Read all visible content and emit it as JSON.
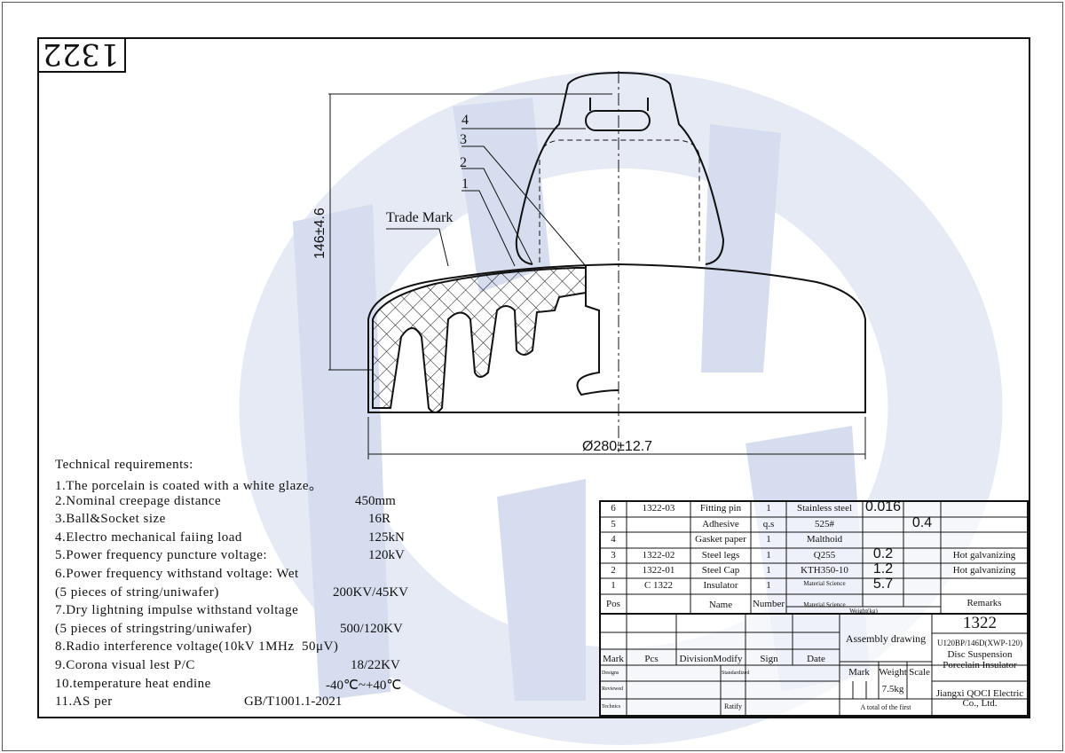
{
  "drawing_number_mirrored": "1322",
  "labels": {
    "dimension_height": "146±4.6",
    "dimension_diameter": "Ø280±12.7",
    "trade_mark": "Trade Mark",
    "callouts": [
      "1",
      "2",
      "3",
      "4"
    ]
  },
  "watermark_color": "#c8d2ea",
  "requirements": {
    "title": "Technical requirements:",
    "items": [
      {
        "text": "1.The porcelain is coated with a white glaze。",
        "value": ""
      },
      {
        "text": "2.Nominal creepage distance",
        "value": "450mm"
      },
      {
        "text": "3.Ball&Socket size",
        "value": "16R"
      },
      {
        "text": "4.Electro mechanical faiing load",
        "value": "125kN"
      },
      {
        "text": "5.Power frequency puncture voltage:",
        "value": "120kV"
      },
      {
        "text": "6.Power frequency withstand voltage: Wet",
        "value": ""
      },
      {
        "text": "(5 pieces of string/uniwafer)",
        "value": "200KV/45KV"
      },
      {
        "text": "7.Dry lightning impulse withstand voltage",
        "value": ""
      },
      {
        "text": "(5 pieces of stringstring/uniwafer)",
        "value": "500/120KV"
      },
      {
        "text": "8.Radio interference voltage(10kV 1MHz  50μV)",
        "value": ""
      },
      {
        "text": "9.Corona visual lest P/C",
        "value": "18/22KV"
      },
      {
        "text": "10.temperature heat endine",
        "value": "-40℃~+40℃"
      },
      {
        "text": "11.AS per",
        "value": "GB/T1001.1-2021"
      }
    ]
  },
  "bom": [
    {
      "pos": "6",
      "code": "1322-03",
      "name": "Fitting pin",
      "number": "1",
      "material": "Stainless steel",
      "w1": "0.016",
      "w2": "",
      "remarks": ""
    },
    {
      "pos": "5",
      "code": "",
      "name": "Adhesive",
      "number": "q.s",
      "material": "525#",
      "w1": "",
      "w2": "0.4",
      "remarks": ""
    },
    {
      "pos": "4",
      "code": "",
      "name": "Gasket paper",
      "number": "1",
      "material": "Malthoid",
      "w1": "",
      "w2": "",
      "remarks": ""
    },
    {
      "pos": "3",
      "code": "1322-02",
      "name": "Steel legs",
      "number": "1",
      "material": "Q255",
      "w1": "0.2",
      "w2": "",
      "remarks": "Hot galvanizing"
    },
    {
      "pos": "2",
      "code": "1322-01",
      "name": "Steel Cap",
      "number": "1",
      "material": "KTH350-10",
      "w1": "1.2",
      "w2": "",
      "remarks": "Hot galvanizing"
    },
    {
      "pos": "1",
      "code": "C 1322",
      "name": "Insulator",
      "number": "1",
      "material": "Material Science",
      "w1": "5.7",
      "w2": "",
      "remarks": ""
    }
  ],
  "bom_header": {
    "pos": "Pos",
    "name": "Name",
    "number": "Number",
    "material": "Material Science",
    "weight": "Weight(kg)",
    "remarks": "Remarks"
  },
  "title_block": {
    "mark": "Mark",
    "pcs": "Pcs",
    "division_modify": "DivisionModify",
    "sign": "Sign",
    "date": "Date",
    "designs": "Designs",
    "standardized": "Standardized",
    "reviewed": "Reviewed",
    "technics": "Technics",
    "ratify": "Ratify",
    "assembly": "Assembly drawing",
    "mark2": "Mark",
    "weight": "Weight",
    "scale": "Scale",
    "weight_value": "7.5kg",
    "total": "A total of the first",
    "number": "1322",
    "model": "U120BP/146D(XWP-120)",
    "desc1": "Disc Suspension",
    "desc2": "Porcelain Insulator",
    "company1": "Jiangxi QOCI Electric",
    "company2": "Co., Ltd."
  }
}
